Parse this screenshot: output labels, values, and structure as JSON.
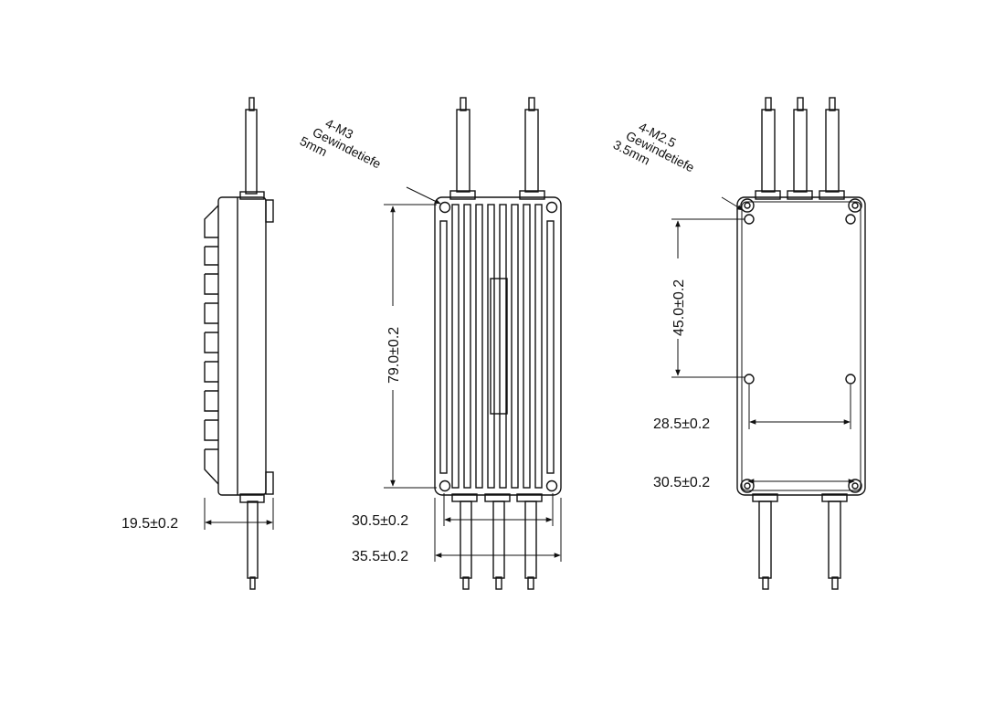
{
  "side_view": {
    "thickness_label": "19.5±0.2"
  },
  "top_view": {
    "hole_note": [
      "4-M3",
      "Gewindetiefe",
      "5mm"
    ],
    "length_label": "79.0±0.2",
    "width_inner_label": "30.5±0.2",
    "width_outer_label": "35.5±0.2"
  },
  "bottom_view": {
    "hole_note": [
      "4-M2.5",
      "Gewindetiefe",
      "3.5mm"
    ],
    "hole_spacing_vertical_label": "45.0±0.2",
    "hole_spacing_horizontal_label": "28.5±0.2",
    "corner_spacing_label": "30.5±0.2"
  }
}
